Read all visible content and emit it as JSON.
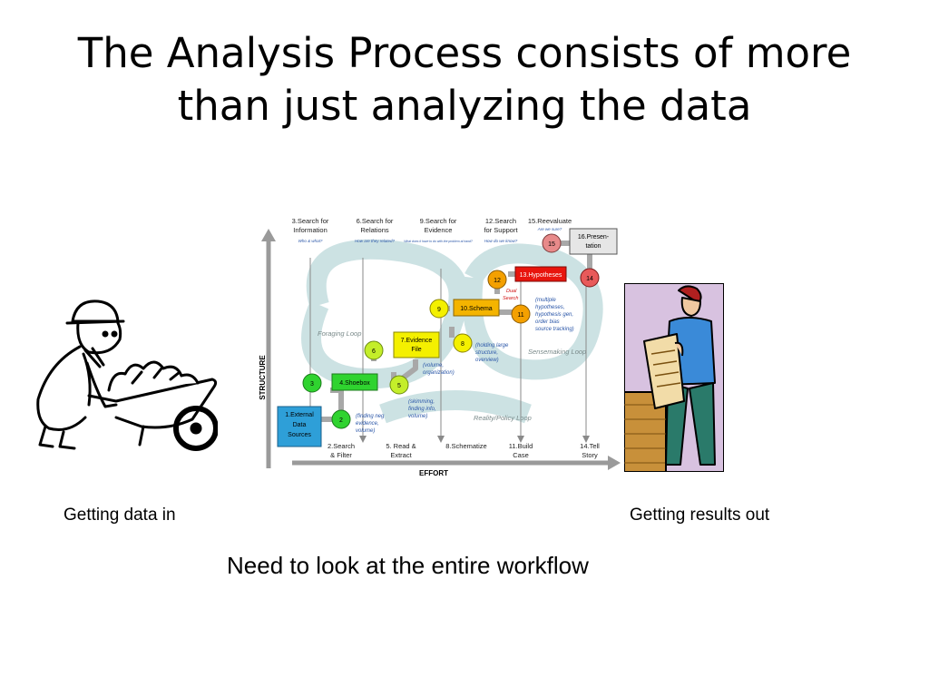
{
  "slide": {
    "title_line1": "The Analysis Process consists of more",
    "title_line2": "than just analyzing the data",
    "left_caption": "Getting data in",
    "right_caption": "Getting results out",
    "bottom_note": "Need to look at the entire workflow"
  },
  "diagram": {
    "axis_y": "STRUCTURE",
    "axis_x": "EFFORT",
    "top_labels": [
      {
        "l1": "3.Search for",
        "l2": "Information",
        "sub": "Who & what?"
      },
      {
        "l1": "6.Search for",
        "l2": "Relations",
        "sub": "How are they related?"
      },
      {
        "l1": "9.Search for",
        "l2": "Evidence",
        "sub": "What does it have to do with the problem at hand?"
      },
      {
        "l1": "12.Search",
        "l2": "for Support",
        "sub": "How do we know?"
      },
      {
        "l1": "15.Reevaluate",
        "l2": "",
        "sub": "Are we sure?"
      }
    ],
    "bottom_labels": [
      {
        "l1": "2.Search",
        "l2": "& Filter"
      },
      {
        "l1": "5. Read &",
        "l2": "Extract"
      },
      {
        "l1": "8.Schematize",
        "l2": ""
      },
      {
        "l1": "11.Build",
        "l2": "Case"
      },
      {
        "l1": "14.Tell",
        "l2": "Story"
      }
    ],
    "boxes": {
      "b1": [
        "1.External",
        "Data",
        "Sources"
      ],
      "b4": "4.Shoebox",
      "b7": [
        "7.Evidence",
        "File"
      ],
      "b10": "10.Schema",
      "b13": "13.Hypotheses",
      "b16": [
        "16.Presen-",
        "tation"
      ]
    },
    "circles": [
      "2",
      "3",
      "5",
      "6",
      "8",
      "9",
      "11",
      "12",
      "14",
      "15"
    ],
    "notes": {
      "n2": [
        "(finding neg",
        "evidence,",
        "volume)"
      ],
      "n5": [
        "(skimming,",
        "finding info,",
        "volume)"
      ],
      "n7": [
        "(volume,",
        "organization)"
      ],
      "n8": [
        "(holding large",
        "structure,",
        "overview)"
      ],
      "n11": [
        "(multiple",
        "hypotheses,",
        "hypothesis gen,",
        "order bias",
        "source tracking)"
      ],
      "dual": [
        "Dual",
        "Search"
      ]
    },
    "loops": {
      "foraging": "Foraging Loop",
      "sensemaking": "Sensemaking Loop",
      "reality": "Reality/Policy Loop"
    }
  },
  "colors": {
    "swirl": "#c7dfe0",
    "box1": "#2e9fd8",
    "green": "#2fd32f",
    "yellow": "#f4f000",
    "orange": "#f4b400",
    "red": "#e8150d",
    "pink": "#e88a8a",
    "gray_box": "#e6e6e6"
  }
}
